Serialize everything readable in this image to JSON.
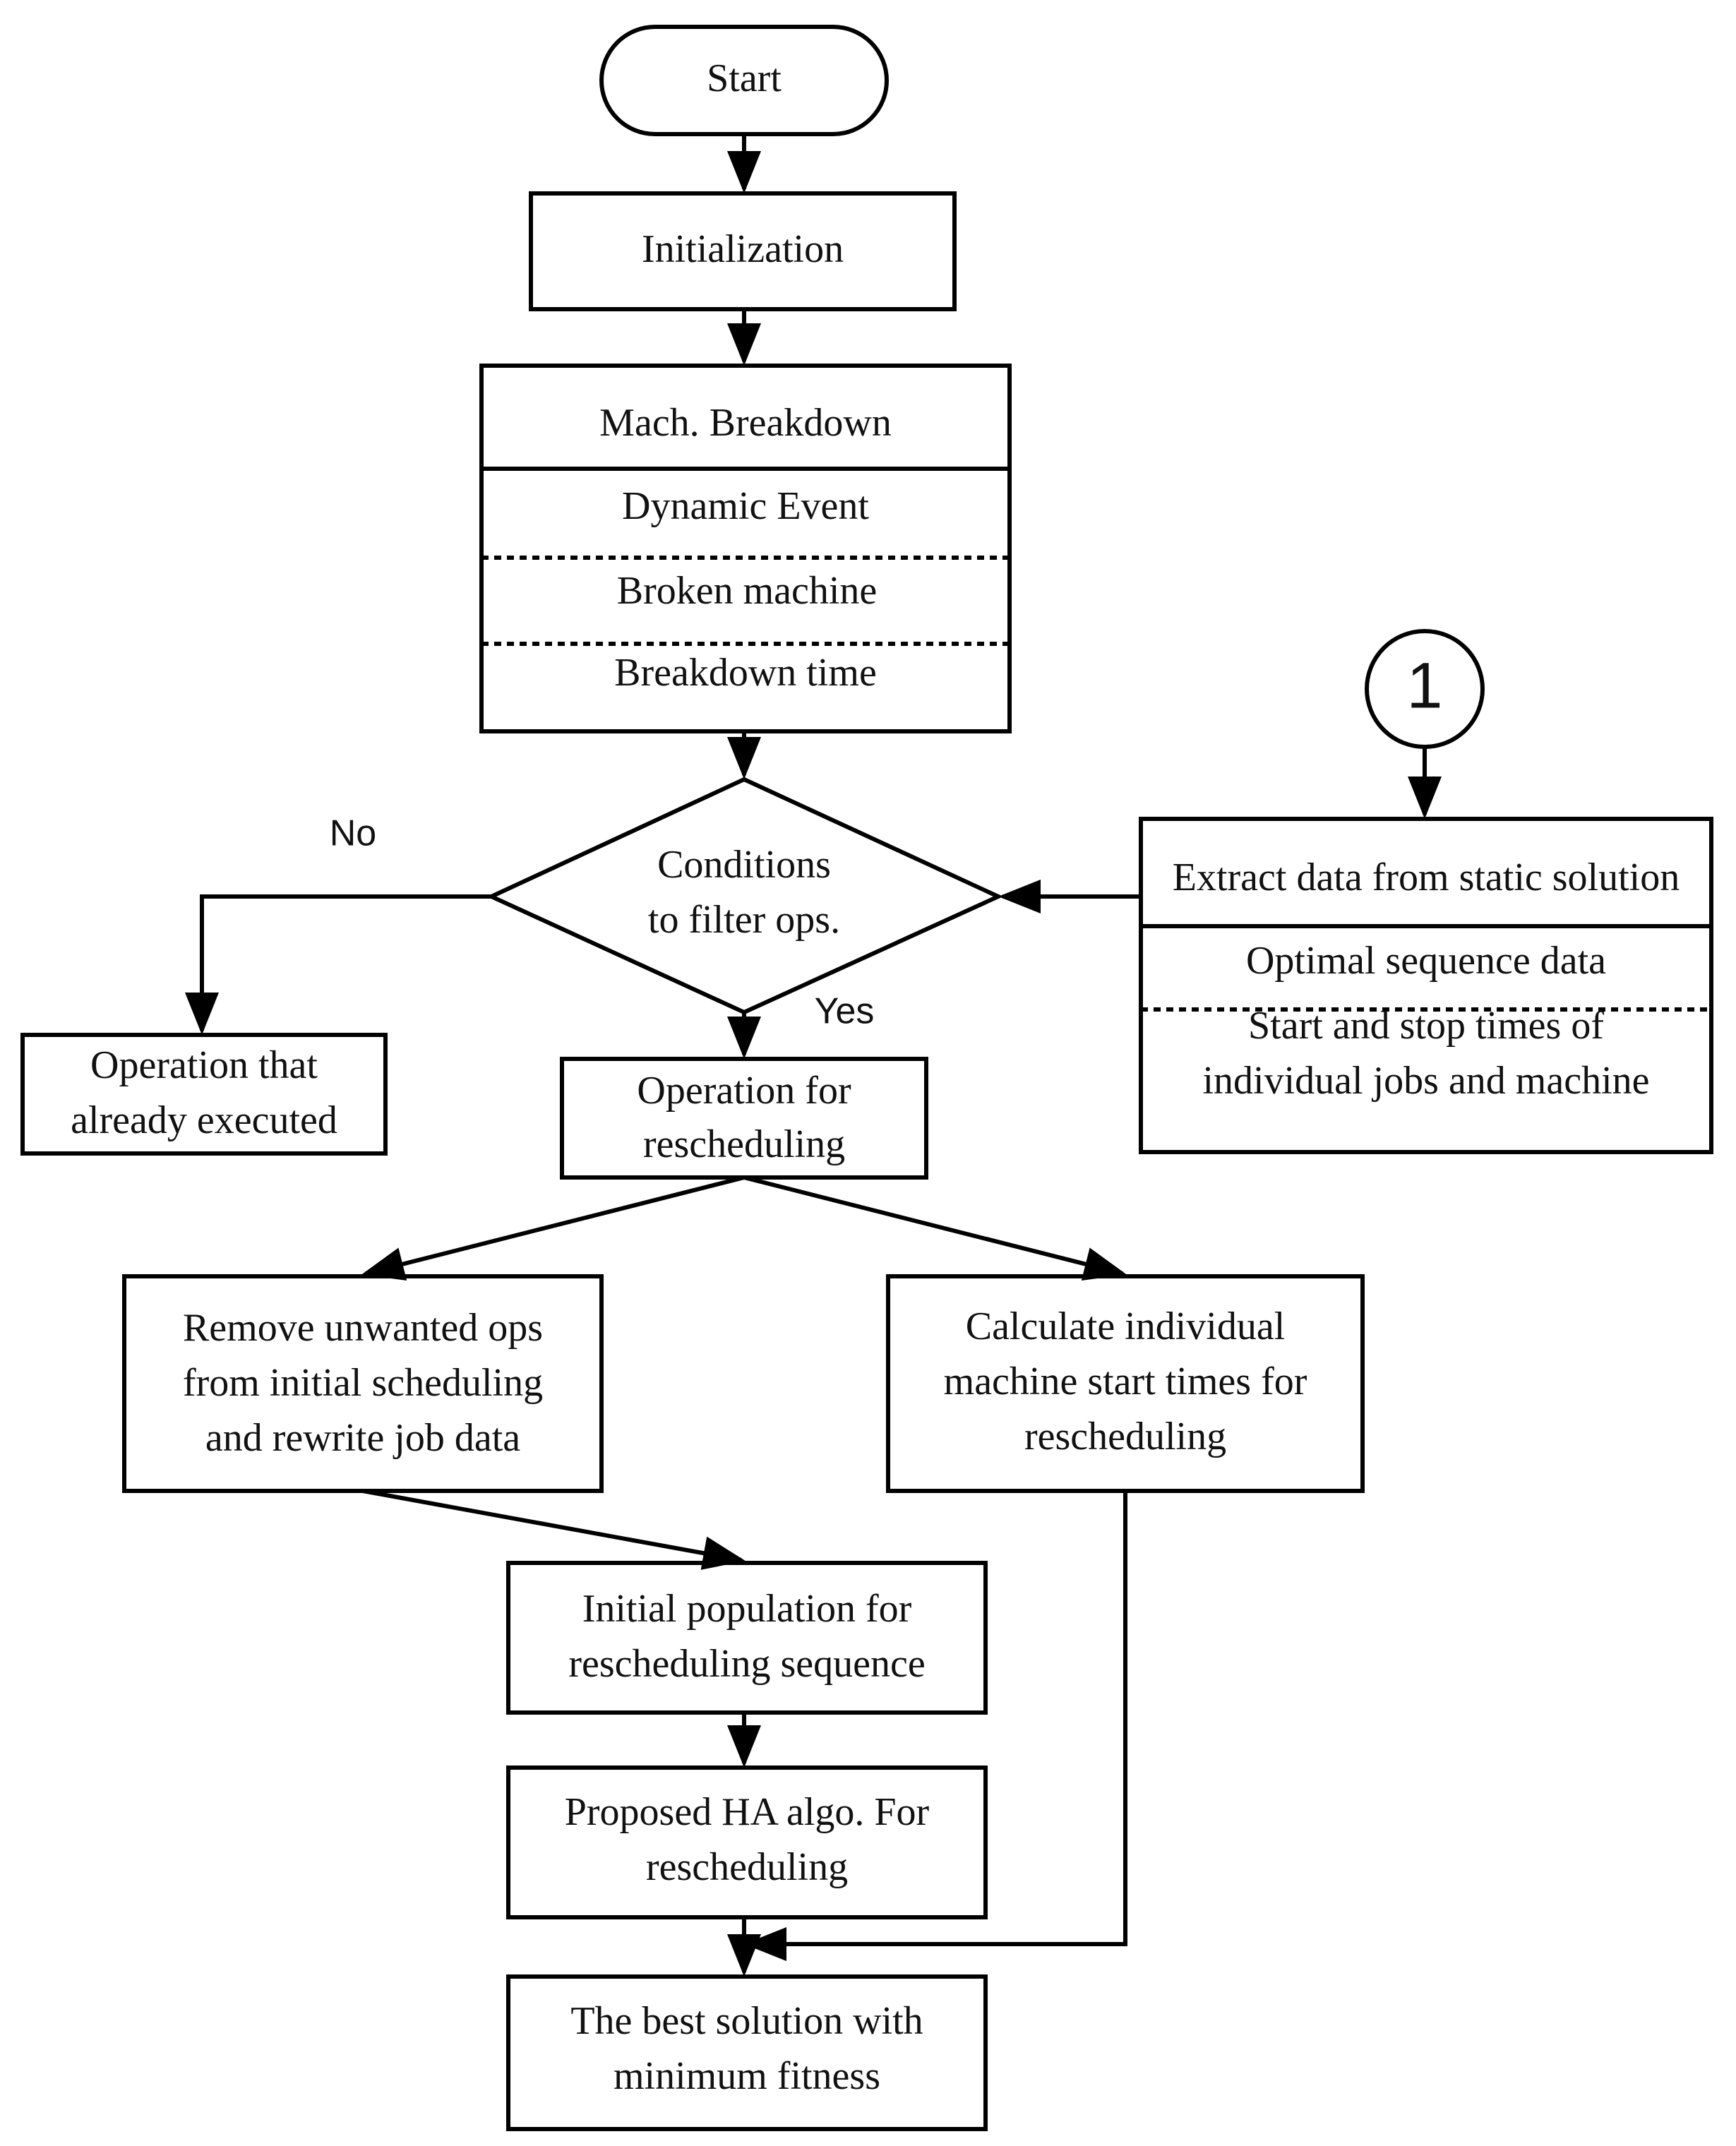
{
  "flowchart": {
    "start": "Start",
    "initialization": "Initialization",
    "breakdown_box": {
      "header": "Mach. Breakdown",
      "rows": [
        "Dynamic Event",
        "Broken machine",
        "Breakdown time"
      ]
    },
    "decision": {
      "line1": "Conditions",
      "line2": "to filter ops."
    },
    "label_no": "No",
    "label_yes": "Yes",
    "connector": "1",
    "static_box": {
      "header": "Extract data from static solution",
      "row1": "Optimal sequence data",
      "row2_line1": "Start and stop times of",
      "row2_line2": "individual jobs and machine"
    },
    "executed": {
      "line1": "Operation that",
      "line2": "already executed"
    },
    "resched_op": {
      "line1": "Operation for",
      "line2": "rescheduling"
    },
    "remove_ops": {
      "line1": "Remove unwanted ops",
      "line2": "from initial scheduling",
      "line3": "and rewrite job data"
    },
    "calc_times": {
      "line1": "Calculate individual",
      "line2": "machine start times for",
      "line3": "rescheduling"
    },
    "initial_pop": {
      "line1": "Initial population for",
      "line2": "rescheduling sequence"
    },
    "proposed_ha": {
      "line1": "Proposed HA algo. For",
      "line2": "rescheduling"
    },
    "best_solution": {
      "line1": "The best solution with",
      "line2": "minimum fitness"
    }
  }
}
